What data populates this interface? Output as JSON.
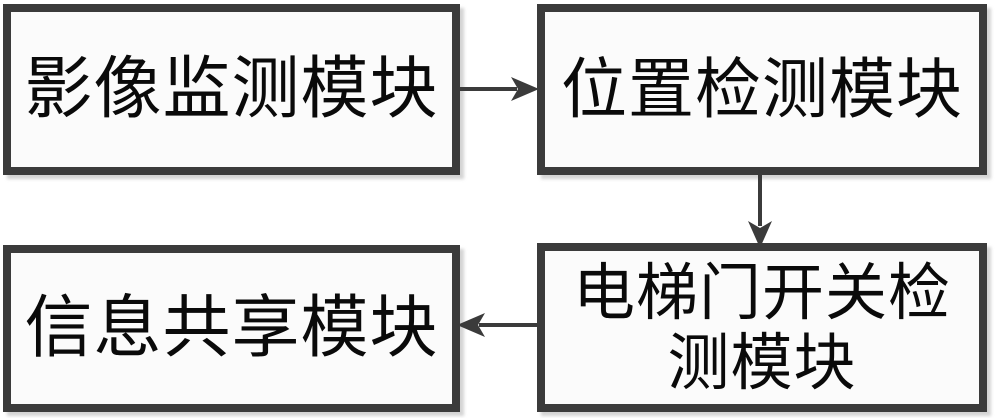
{
  "diagram": {
    "title": "Elevator monitoring system module block diagram",
    "type": "block-flow",
    "background_color": "#ffffff",
    "box_border_color": "#3b3b3b",
    "box_fill_color": "#fbfbfb",
    "text_color": "#0a0a0a",
    "arrow_color": "#3b3b3b",
    "nodes": [
      {
        "id": "image-monitor",
        "label": "影像监测模块",
        "lines": 1,
        "position": "top-left"
      },
      {
        "id": "position-detect",
        "label": "位置检测模块",
        "lines": 1,
        "position": "top-right"
      },
      {
        "id": "info-share",
        "label": "信息共享模块",
        "lines": 1,
        "position": "bottom-left"
      },
      {
        "id": "door-detect",
        "label": "电梯门开关检\n测模块",
        "lines": 2,
        "position": "bottom-right"
      }
    ],
    "connectors": [
      {
        "id": "monitor-to-position",
        "from": "image-monitor",
        "to": "position-detect",
        "direction": "right",
        "style": "solid-single-arrow"
      },
      {
        "id": "position-to-door",
        "from": "position-detect",
        "to": "door-detect",
        "direction": "down",
        "style": "solid-single-arrow"
      },
      {
        "id": "door-to-info",
        "from": "door-detect",
        "to": "info-share",
        "direction": "left",
        "style": "solid-single-arrow"
      }
    ]
  }
}
